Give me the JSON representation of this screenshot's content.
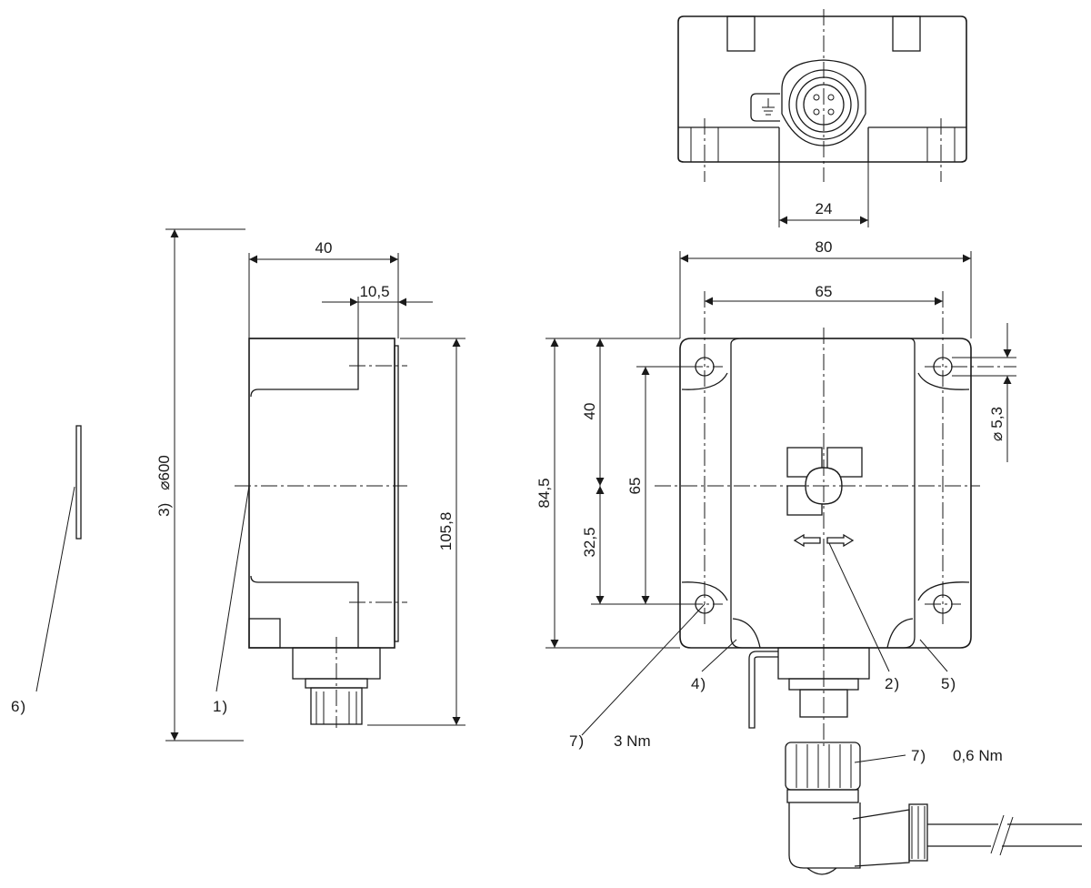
{
  "dimensions": {
    "top_width": "24",
    "side_width": "40",
    "side_offset": "10,5",
    "side_height": "105,8",
    "front_width": "80",
    "hole_spacing_x": "65",
    "hole_dia_symbol": "⌀",
    "hole_dia": "5,3",
    "front_height": "84,5",
    "hole_spacing_y": "65",
    "upper_half": "40",
    "lower_half": "32,5",
    "range_symbol": "⌀",
    "range": "600"
  },
  "callouts": {
    "c1": "1)",
    "c2": "2)",
    "c3": "3)",
    "c4": "4)",
    "c5": "5)",
    "c6": "6)",
    "c7a": "7)",
    "c7b": "7)"
  },
  "torque": {
    "housing": "3 Nm",
    "connector": "0,6 Nm"
  }
}
